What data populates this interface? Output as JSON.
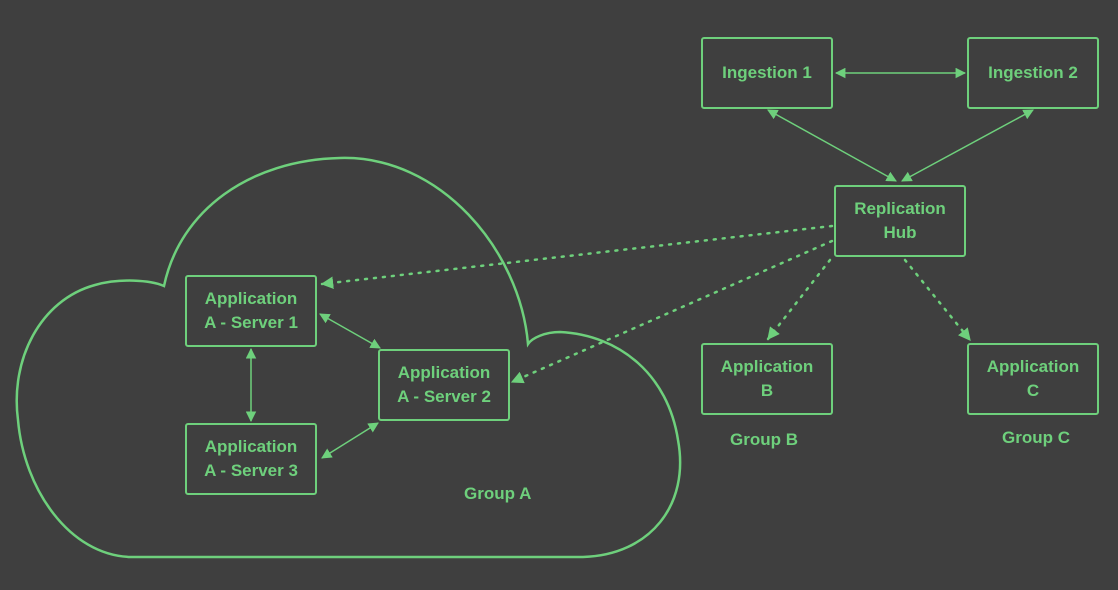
{
  "colors": {
    "background": "#3f3f3f",
    "accent": "#6ed07c"
  },
  "nodes": {
    "ingestion_1": {
      "lines": [
        "Ingestion 1"
      ]
    },
    "ingestion_2": {
      "lines": [
        "Ingestion 2"
      ]
    },
    "replication_hub": {
      "lines": [
        "Replication",
        "Hub"
      ]
    },
    "app_a_server_1": {
      "lines": [
        "Application",
        "A - Server 1"
      ]
    },
    "app_a_server_2": {
      "lines": [
        "Application",
        "A - Server 2"
      ]
    },
    "app_a_server_3": {
      "lines": [
        "Application",
        "A - Server 3"
      ]
    },
    "app_b": {
      "lines": [
        "Application",
        "B"
      ]
    },
    "app_c": {
      "lines": [
        "Application",
        "C"
      ]
    }
  },
  "groups": {
    "group_a": "Group A",
    "group_b": "Group B",
    "group_c": "Group C"
  },
  "edges": [
    {
      "from": "Ingestion 1",
      "to": "Ingestion 2",
      "style": "solid",
      "arrows": "both"
    },
    {
      "from": "Ingestion 1",
      "to": "Replication Hub",
      "style": "solid",
      "arrows": "both"
    },
    {
      "from": "Ingestion 2",
      "to": "Replication Hub",
      "style": "solid",
      "arrows": "both"
    },
    {
      "from": "Replication Hub",
      "to": "Application A - Server 1",
      "style": "dotted",
      "arrows": "end"
    },
    {
      "from": "Replication Hub",
      "to": "Application A - Server 2",
      "style": "dotted",
      "arrows": "end"
    },
    {
      "from": "Replication Hub",
      "to": "Application B",
      "style": "dotted",
      "arrows": "end"
    },
    {
      "from": "Replication Hub",
      "to": "Application C",
      "style": "dotted",
      "arrows": "end"
    },
    {
      "from": "Application A - Server 1",
      "to": "Application A - Server 2",
      "style": "solid",
      "arrows": "both"
    },
    {
      "from": "Application A - Server 1",
      "to": "Application A - Server 3",
      "style": "solid",
      "arrows": "both"
    },
    {
      "from": "Application A - Server 3",
      "to": "Application A - Server 2",
      "style": "solid",
      "arrows": "both"
    }
  ]
}
